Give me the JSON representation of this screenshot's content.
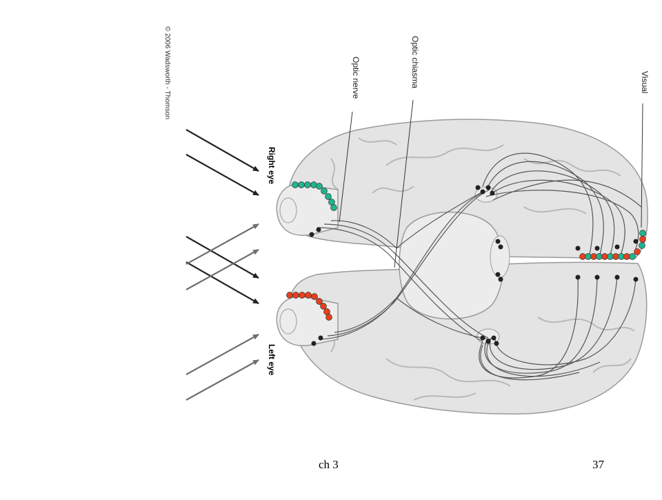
{
  "slide": {
    "footer_left": "ch 3",
    "footer_right": "37"
  },
  "figure": {
    "copyright": "© 2006 Wadsworth - Thomson",
    "labels": {
      "optic_nerve": "Optic nerve",
      "optic_chiasma": "Optic chiasma",
      "visual": "Visual",
      "right_eye": "Right eye",
      "left_eye": "Left eye"
    }
  },
  "colors": {
    "brain_fill": "#e4e4e4",
    "brain_stroke": "#9a9a9a",
    "fold_stroke": "#b8b8b8",
    "nerve_stroke": "#555555",
    "dark_arrow": "#222222",
    "gray_arrow": "#6e6e6e",
    "green_receptor": "#1fb58f",
    "red_receptor": "#e8401c",
    "neuron_dot": "#222222"
  }
}
